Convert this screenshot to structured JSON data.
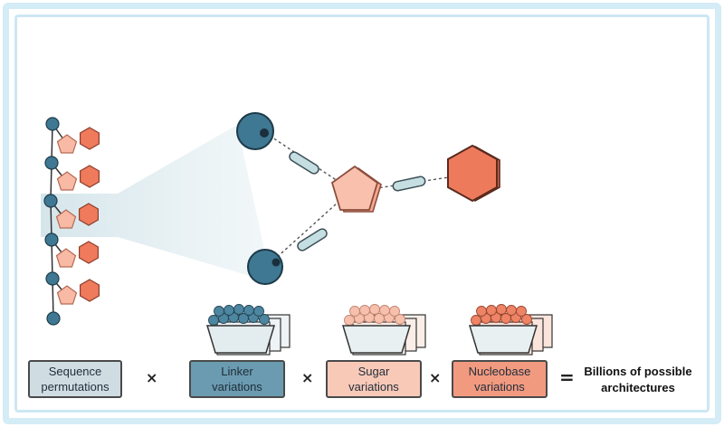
{
  "colors": {
    "frame": "#d4ecf6",
    "backbone": "#3f7892",
    "sugar": "#f8b9a5",
    "nucleobase": "#ef7a5c",
    "linker": "#c5dee2",
    "sequence_box": "#cfdde3",
    "linker_box": "#6b9bb0",
    "sugar_box": "#f9c9b8",
    "nucleobase_box": "#f29a80"
  },
  "equation": {
    "sequence": {
      "line1": "Sequence",
      "line2": "permutations"
    },
    "linker": {
      "line1": "Linker",
      "line2": "variations"
    },
    "sugar": {
      "line1": "Sugar",
      "line2": "variations"
    },
    "nucleobase": {
      "line1": "Nucleobase",
      "line2": "variations"
    },
    "times_symbol": "×",
    "equals_symbol": "=",
    "result": {
      "line1": "Billions of possible",
      "line2": "architectures"
    }
  },
  "icons": [
    "phosphate-sphere-icon",
    "sugar-pentagon-icon",
    "nucleobase-hexagon-icon",
    "linker-cylinder-icon",
    "tray-icon"
  ]
}
